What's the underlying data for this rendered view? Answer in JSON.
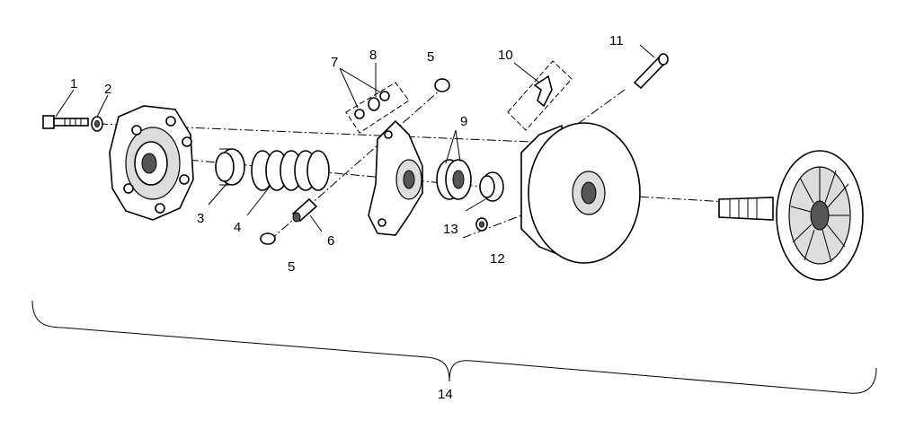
{
  "labels": {
    "l1": "1",
    "l2": "2",
    "l3": "3",
    "l4": "4",
    "l5a": "5",
    "l5b": "5",
    "l6": "6",
    "l7": "7",
    "l8": "8",
    "l9": "9",
    "l10": "10",
    "l11": "11",
    "l12": "12",
    "l13": "13",
    "l14": "14"
  }
}
